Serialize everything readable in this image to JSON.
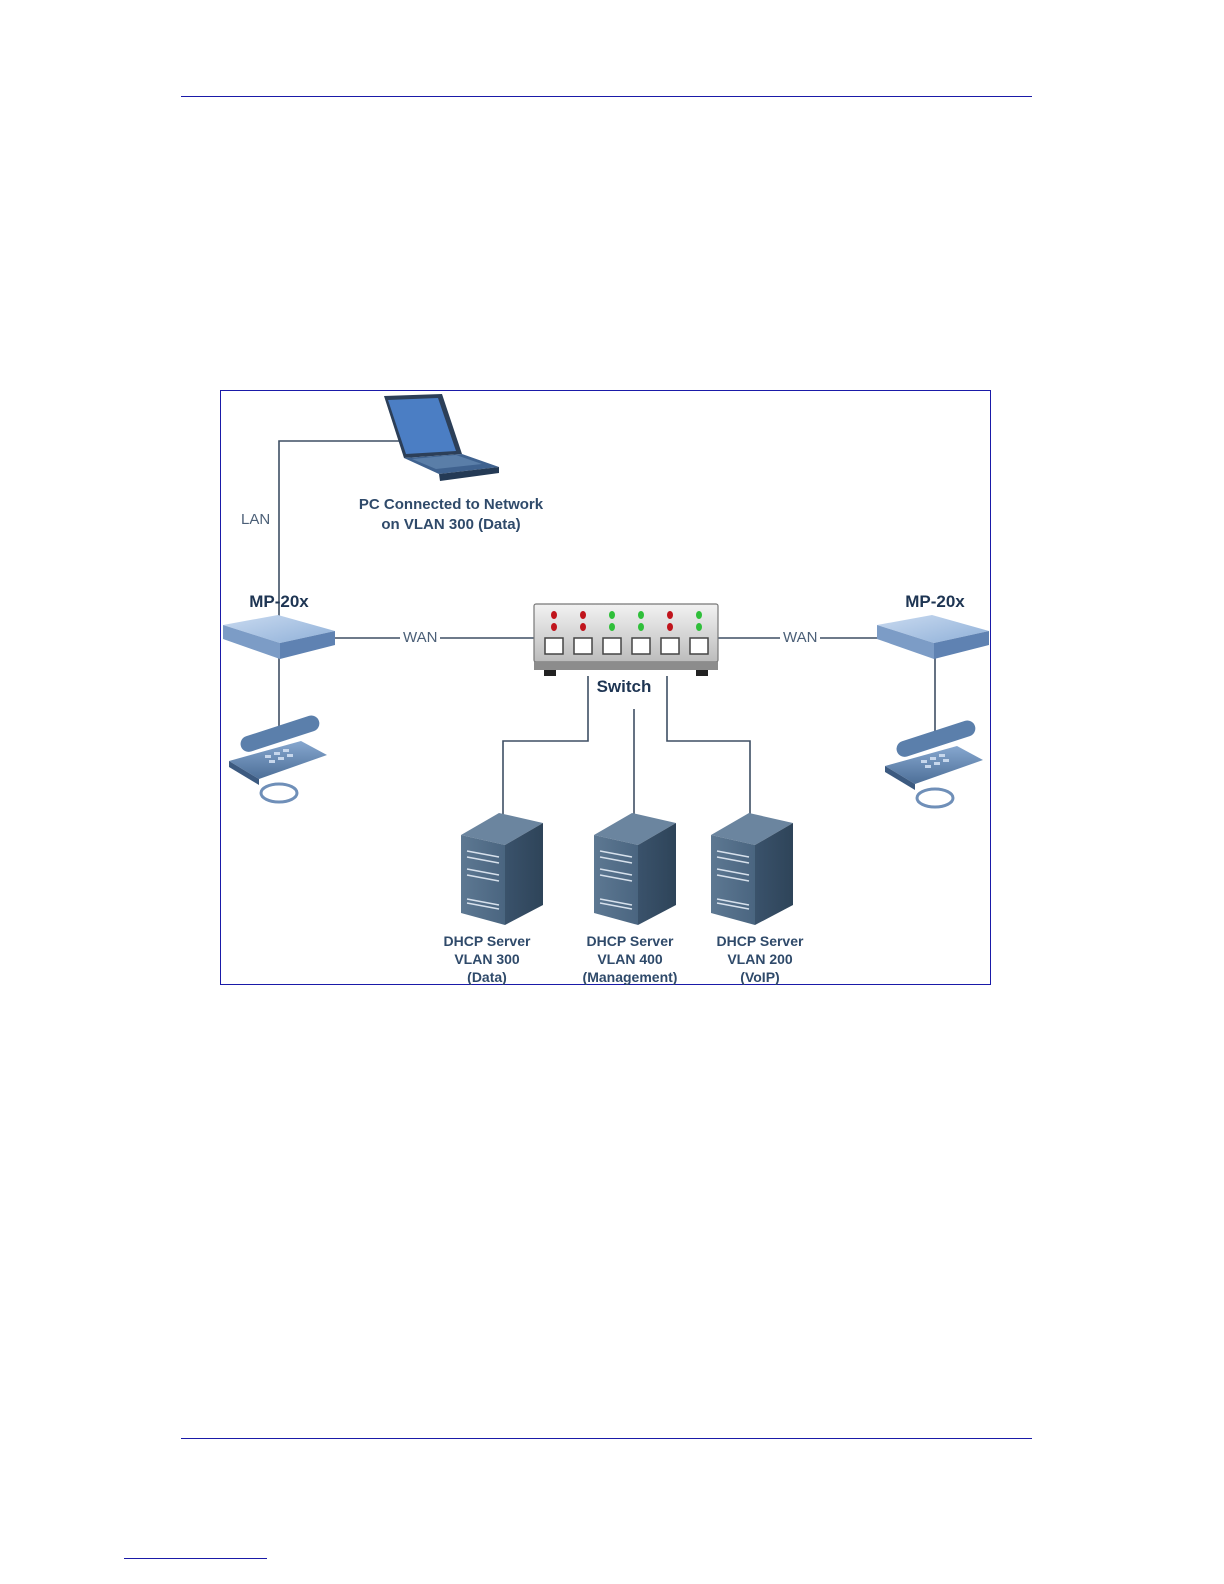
{
  "diagram": {
    "pc_label": "PC Connected to Network\non VLAN 300 (Data)",
    "left_device_label": "MP-20x",
    "right_device_label": "MP-20x",
    "switch_label": "Switch",
    "link_lan": "LAN",
    "link_wan_left": "WAN",
    "link_wan_right": "WAN",
    "servers": [
      {
        "label": "DHCP Server\nVLAN 300\n(Data)"
      },
      {
        "label": "DHCP Server\nVLAN 400\n(Management)"
      },
      {
        "label": "DHCP Server\nVLAN 200\n(VoIP)"
      }
    ],
    "switch_leds": {
      "top": [
        "red",
        "red",
        "green",
        "green",
        "red",
        "green"
      ],
      "bottom": [
        "red",
        "red",
        "green",
        "green",
        "red",
        "green"
      ]
    }
  }
}
